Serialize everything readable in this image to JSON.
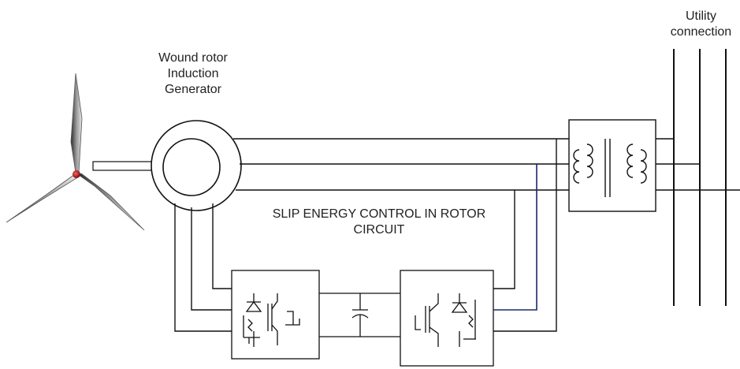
{
  "labels": {
    "generator": [
      "Wound rotor",
      "Induction",
      "Generator"
    ],
    "utility": [
      "Utility",
      "connection"
    ],
    "slip_control": [
      "SLIP ENERGY CONTROL IN ROTOR",
      "CIRCUIT"
    ]
  },
  "colors": {
    "line": "#111111",
    "blue_wire": "#1a2a6c",
    "blade_dark": "#3a3a3a",
    "blade_light": "#d8d8d8",
    "hub": "#b01818"
  }
}
